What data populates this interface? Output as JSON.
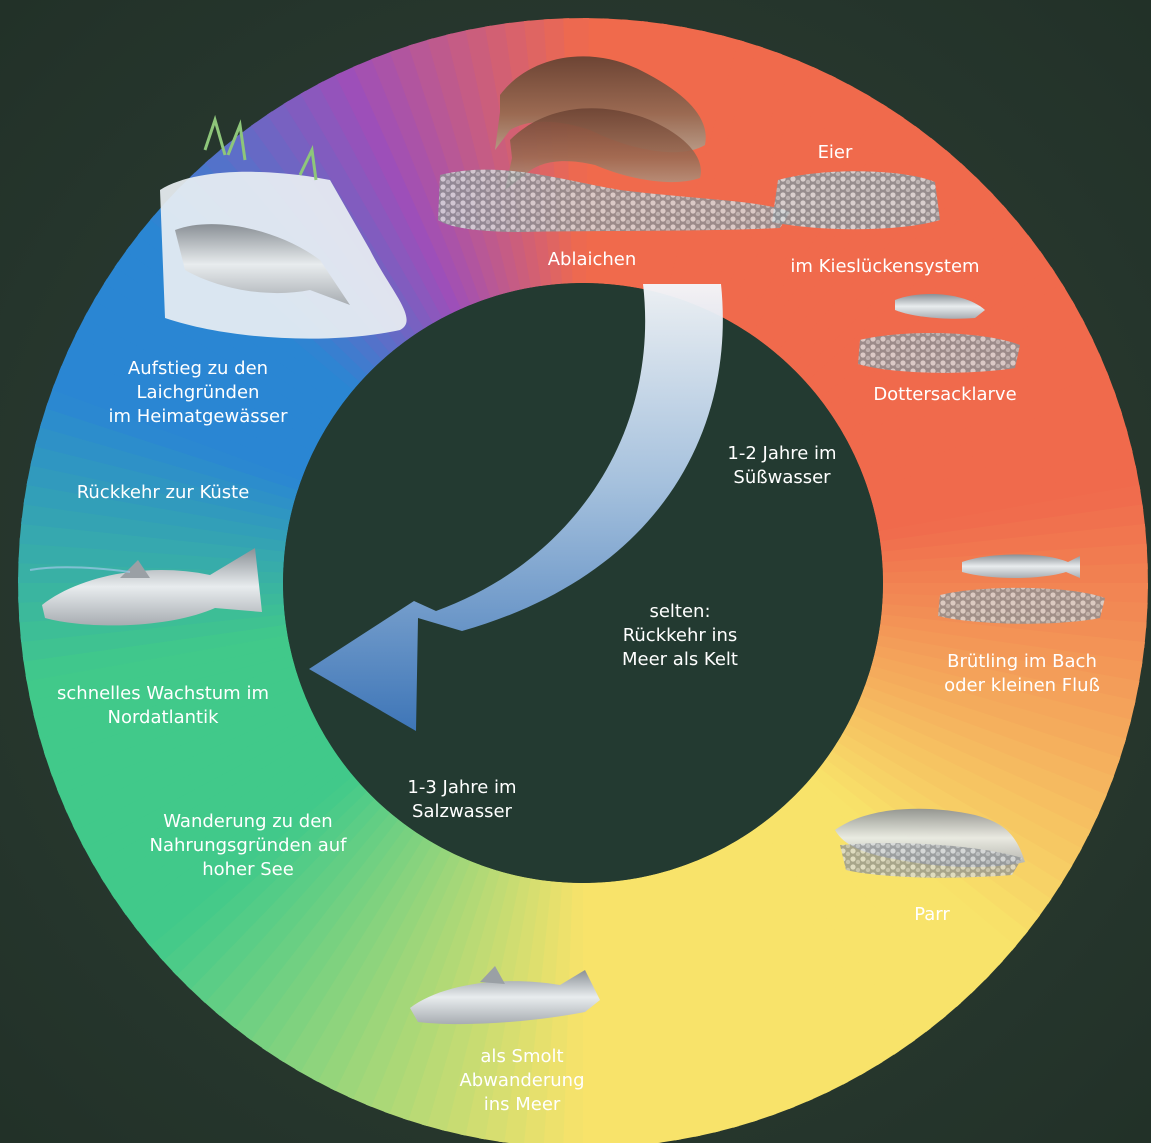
{
  "stages": [
    {
      "id": "ablaichen",
      "lines": [
        "Ablaichen"
      ]
    },
    {
      "id": "eier",
      "lines": [
        "Eier"
      ]
    },
    {
      "id": "kies",
      "lines": [
        "im Kieslückensystem"
      ]
    },
    {
      "id": "dotter",
      "lines": [
        "Dottersacklarve"
      ]
    },
    {
      "id": "bruetling",
      "lines": [
        "Brütling im Bach",
        "oder kleinen Fluß"
      ]
    },
    {
      "id": "parr",
      "lines": [
        "Parr"
      ]
    },
    {
      "id": "smolt",
      "lines": [
        "als Smolt",
        "Abwanderung",
        "ins Meer"
      ]
    },
    {
      "id": "wanderung",
      "lines": [
        "Wanderung zu den",
        "Nahrungsgründen auf",
        "hoher See"
      ]
    },
    {
      "id": "wachstum",
      "lines": [
        "schnelles Wachstum im",
        "Nordatlantik"
      ]
    },
    {
      "id": "rueckkehr",
      "lines": [
        "Rückkehr zur Küste"
      ]
    },
    {
      "id": "aufstieg",
      "lines": [
        "Aufstieg zu den",
        "Laichgründen",
        "im Heimatgewässer"
      ]
    }
  ],
  "inner": [
    {
      "id": "suesswasser",
      "lines": [
        "1-2 Jahre im",
        "Süßwasser"
      ]
    },
    {
      "id": "kelt",
      "lines": [
        "selten:",
        "Rückkehr ins",
        "Meer als Kelt"
      ]
    },
    {
      "id": "salzwasser",
      "lines": [
        "1-3 Jahre im",
        "Salzwasser"
      ]
    }
  ],
  "colors": {
    "background": "#28392f",
    "center": "#233a31",
    "orange": "#f06a4c",
    "yellow": "#f8e36a",
    "green": "#41c98a",
    "blue": "#2a86d3",
    "purple": "#9d4fb9",
    "arrow_light": "#f2f6fb",
    "arrow_dark": "#4a80c2"
  },
  "icons": [
    "spawning-salmon-icon",
    "eggs-icon",
    "alevin-icon",
    "fry-icon",
    "parr-icon",
    "smolt-icon",
    "adult-salmon-icon",
    "leaping-salmon-icon"
  ]
}
